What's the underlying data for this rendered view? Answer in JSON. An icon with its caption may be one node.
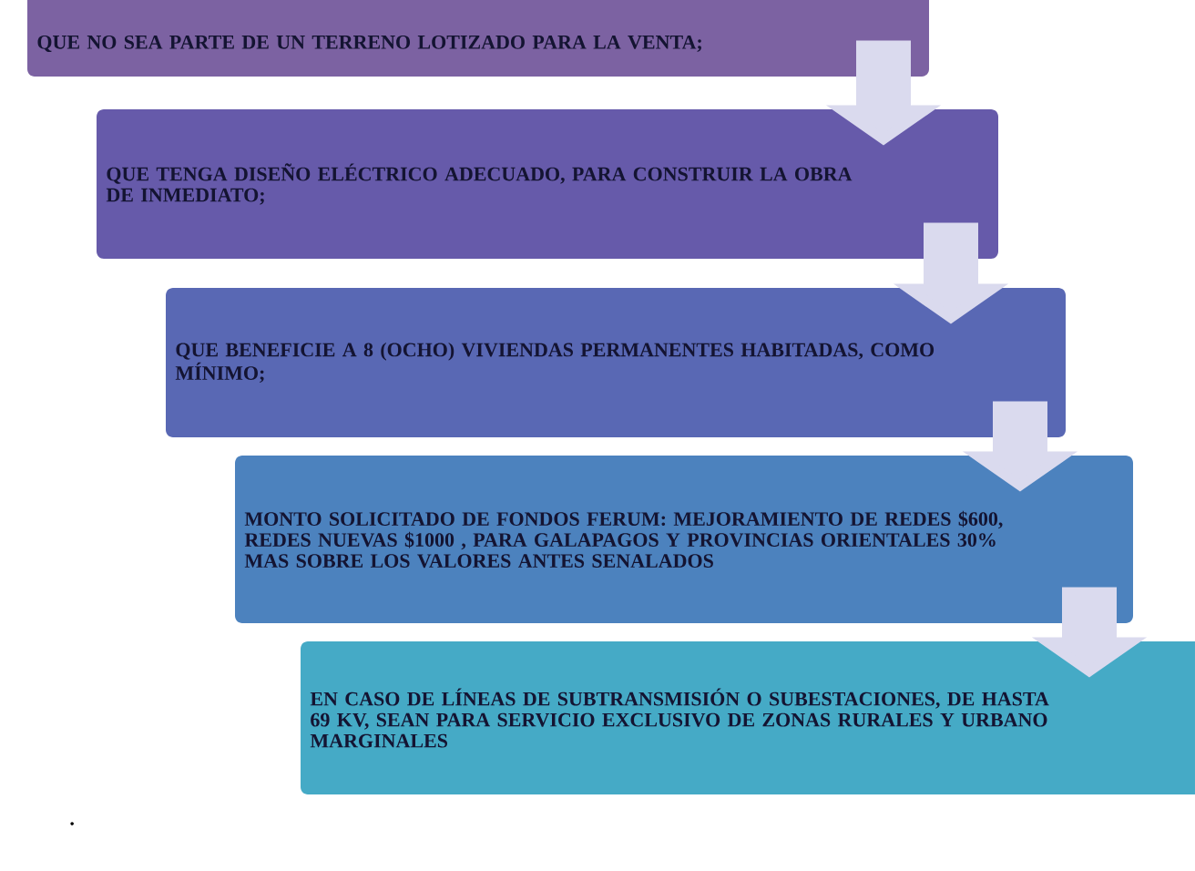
{
  "diagram": {
    "nodes": [
      {
        "text": [
          "QUE NO SEA PARTE DE UN TERRENO LOTIZADO PARA LA VENTA;"
        ]
      },
      {
        "text": [
          "QUE TENGA DISEÑO ELÉCTRICO ADECUADO, PARA CONSTRUIR LA OBRA DE INMEDIATO;"
        ]
      },
      {
        "text": [
          "QUE BENEFICIE A 8 (OCHO) VIVIENDAS PERMANENTES HABITADAS, COMO MÍNIMO;"
        ]
      },
      {
        "text": [
          "MONTO SOLICITADO DE FONDOS FERUM: MEJORAMIENTO DE REDES $600, REDES NUEVAS $1000 , PARA GALAPAGOS Y PROVINCIAS ORIENTALES 30% MAS SOBRE LOS VALORES ANTES SENALADOS"
        ]
      },
      {
        "text": [
          "EN CASO DE LÍNEAS DE SUBTRANSMISIÓN O SUBESTACIONES, DE HASTA 69 KV, SEAN PARA SERVICIO EXCLUSIVO DE ZONAS RURALES Y URBANO MARGINALES"
        ]
      }
    ],
    "edges": [
      {
        "from": 0,
        "to": 1,
        "arrow": "to"
      },
      {
        "from": 1,
        "to": 2,
        "arrow": "to"
      },
      {
        "from": 2,
        "to": 3,
        "arrow": "to"
      },
      {
        "from": 3,
        "to": 4,
        "arrow": "to"
      }
    ],
    "labels": [
      "."
    ]
  }
}
